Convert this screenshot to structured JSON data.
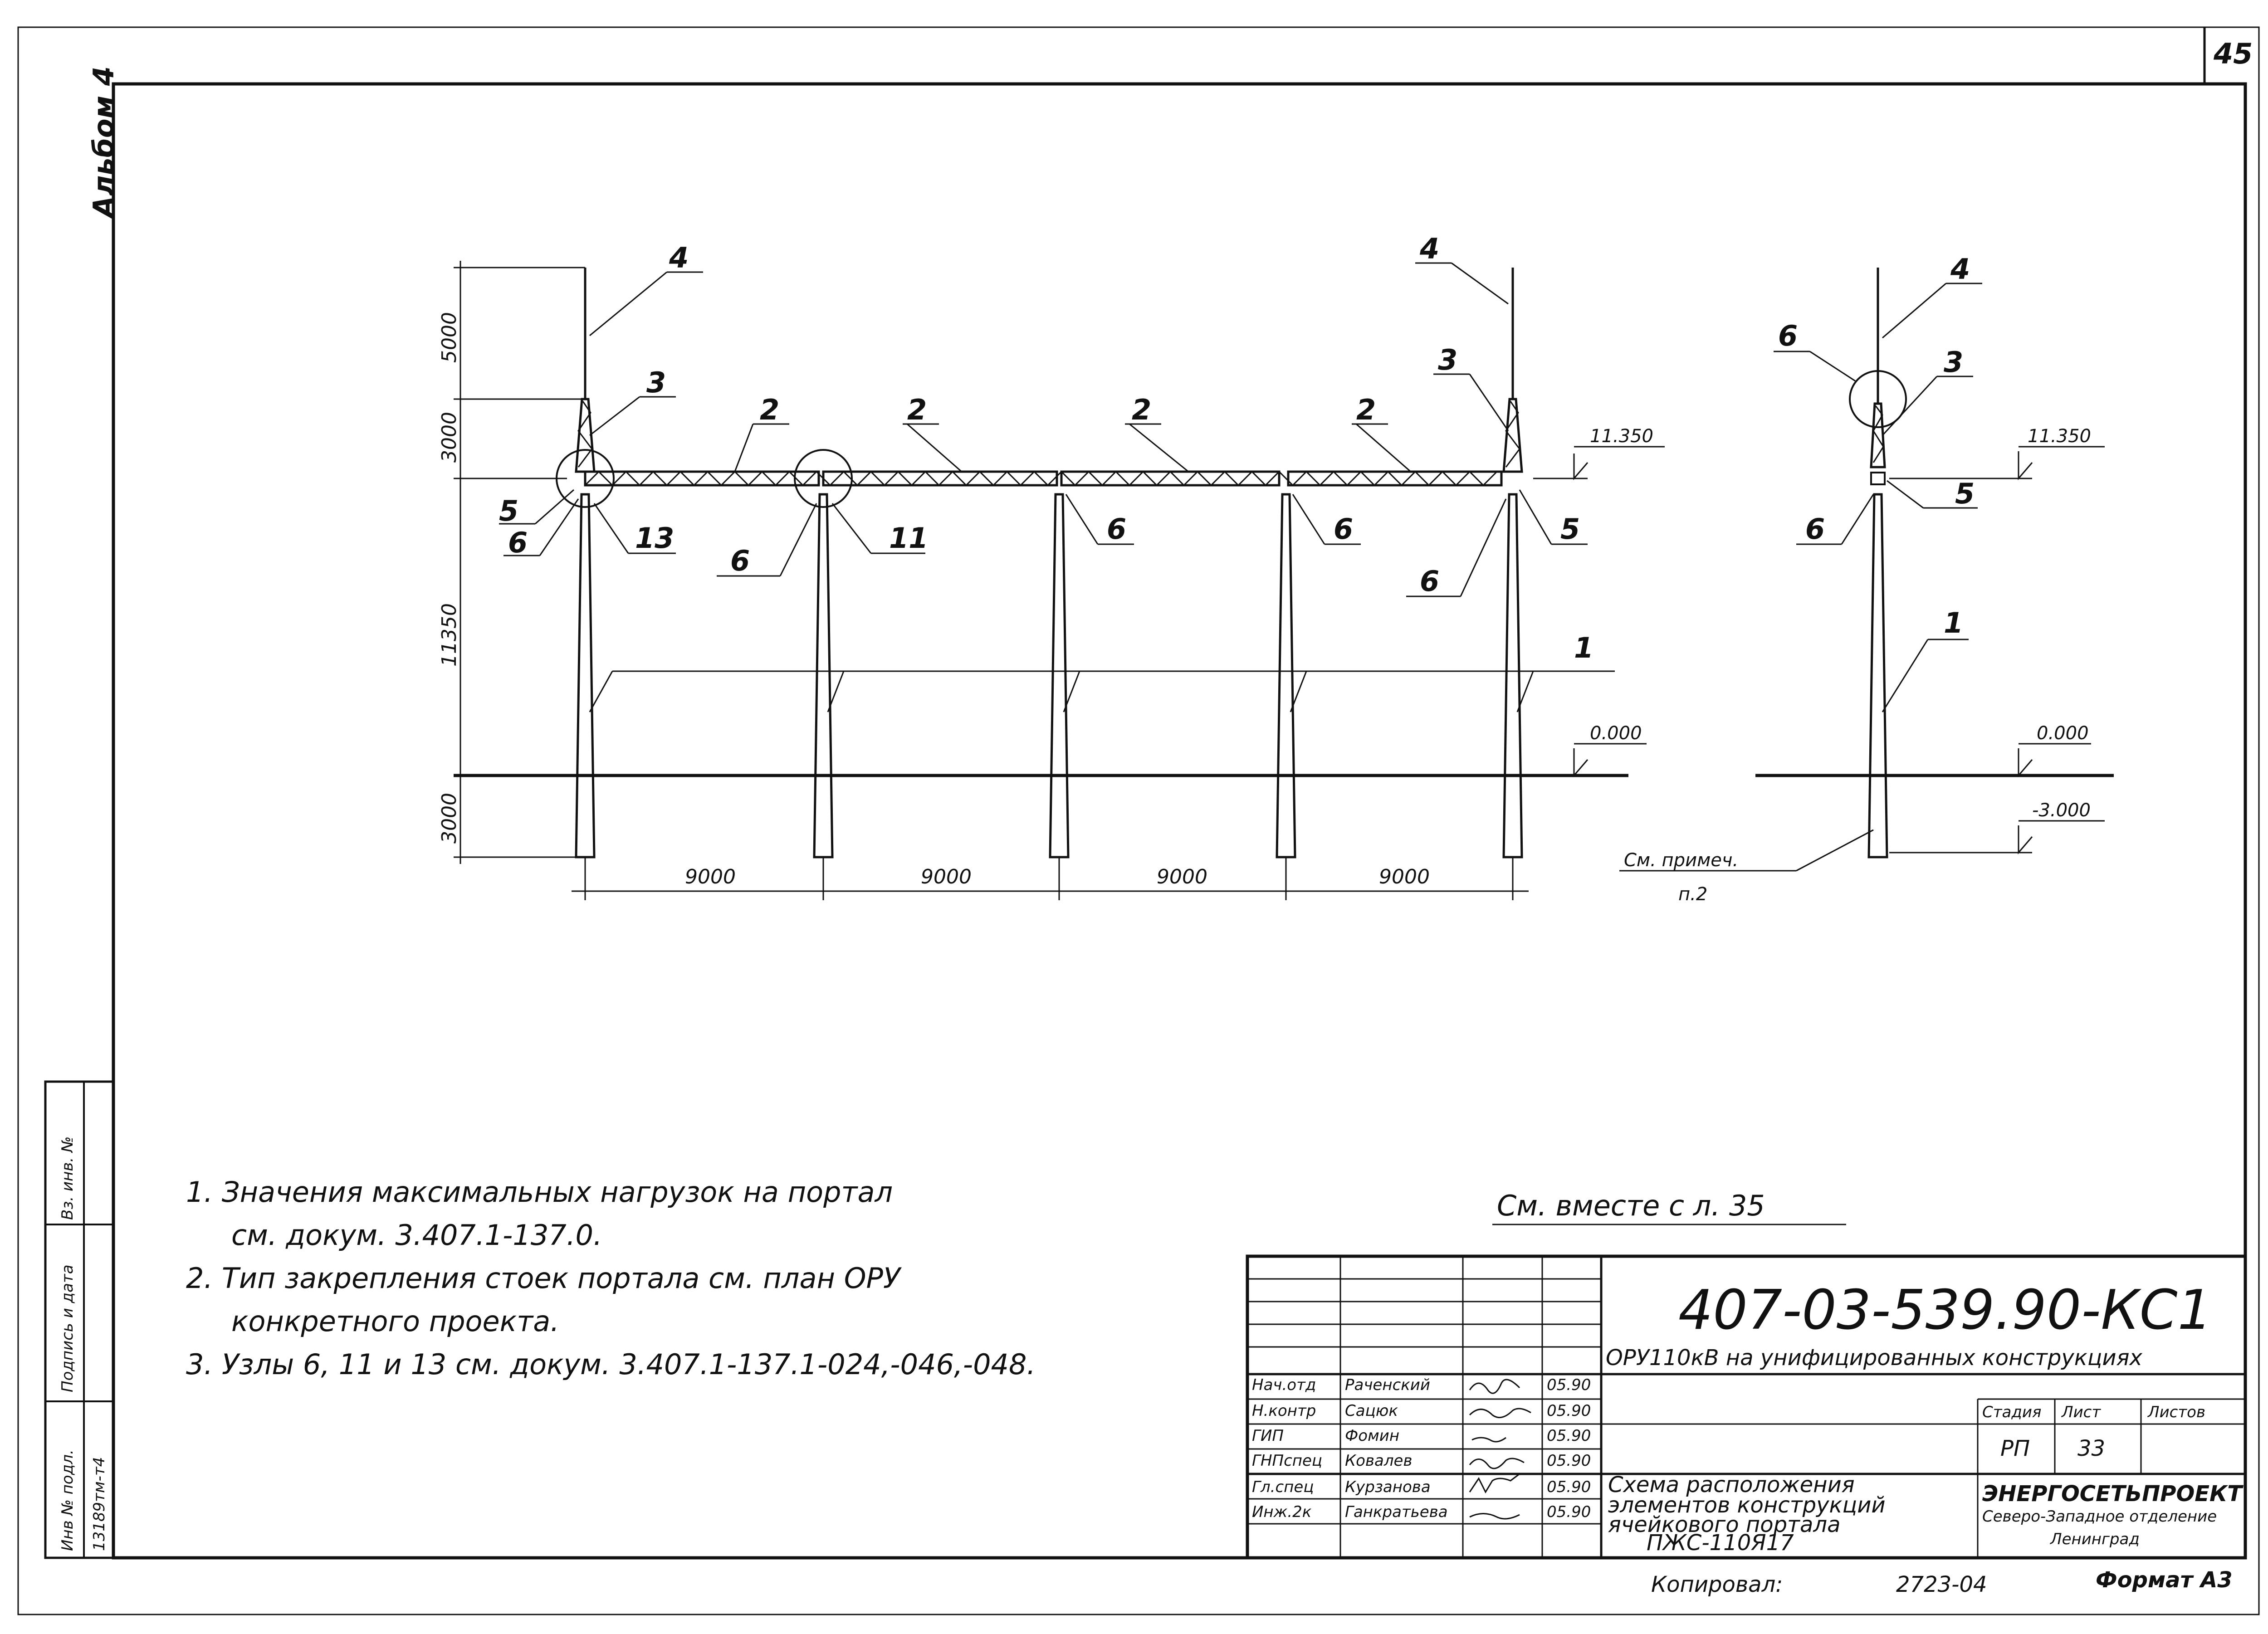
{
  "sheet_number": "45",
  "album": "Альбом 4",
  "drawing": {
    "element_labels": {
      "stand": "1",
      "beam": "2",
      "trestle": "3",
      "lightning_rod": "4",
      "node_5": "5",
      "node_6": "6",
      "node_11": "11",
      "node_13": "13"
    },
    "dimensions": {
      "lightning_rod_height": "5000",
      "trestle_height": "3000",
      "stand_height": "11350",
      "embedment_depth": "3000",
      "span": "9000"
    },
    "elevations": {
      "top": "11.350",
      "ground": "0.000",
      "bottom": "-3.000"
    },
    "cross_ref_1": "См. примеч.",
    "cross_ref_2": "п.2"
  },
  "notes": [
    "1. Значения максимальных нагрузок на портал",
    "см. докум. 3.407.1-137.0.",
    "2. Тип закрепления стоек портала см. план ОРУ",
    "конкретного проекта.",
    "3. Узлы 6, 11 и 13 см. докум. 3.407.1-137.1-024,-046,-048."
  ],
  "see_also": "См. вместе с л. 35",
  "side_stamp": {
    "col1": "Инв № подл.",
    "col1_value": "13189тм-т4",
    "col2": "Подпись и дата",
    "col3": "Вз. инв. №"
  },
  "title_block": {
    "doc_code": "407-03-539.90-КС1",
    "project": "ОРУ110кВ на унифицированных конструкциях",
    "drawing_title_1": "Схема расположения",
    "drawing_title_2": "элементов конструкций",
    "drawing_title_3": "ячейкового портала",
    "drawing_title_4": "ПЖС-110Я17",
    "stage_header": "Стадия",
    "sheet_header": "Лист",
    "sheets_header": "Листов",
    "stage": "РП",
    "sheet": "33",
    "org_1": "ЭНЕРГОСЕТЬПРОЕКТ",
    "org_2": "Северо-Западное отделение",
    "org_3": "Ленинград",
    "signers": [
      {
        "role": "Нач.отд",
        "name": "Раченский",
        "date": "05.90"
      },
      {
        "role": "Н.контр",
        "name": "Сацюк",
        "date": "05.90"
      },
      {
        "role": "ГИП",
        "name": "Фомин",
        "date": "05.90"
      },
      {
        "role": "ГНПспец",
        "name": "Ковалев",
        "date": "05.90"
      },
      {
        "role": "Гл.спец",
        "name": "Курзанова",
        "date": "05.90"
      },
      {
        "role": "Инж.2к",
        "name": "Ганкратьева",
        "date": "05.90"
      }
    ]
  },
  "copied_by": "Копировал:",
  "order_number": "2723-04",
  "format": "Формат А3"
}
